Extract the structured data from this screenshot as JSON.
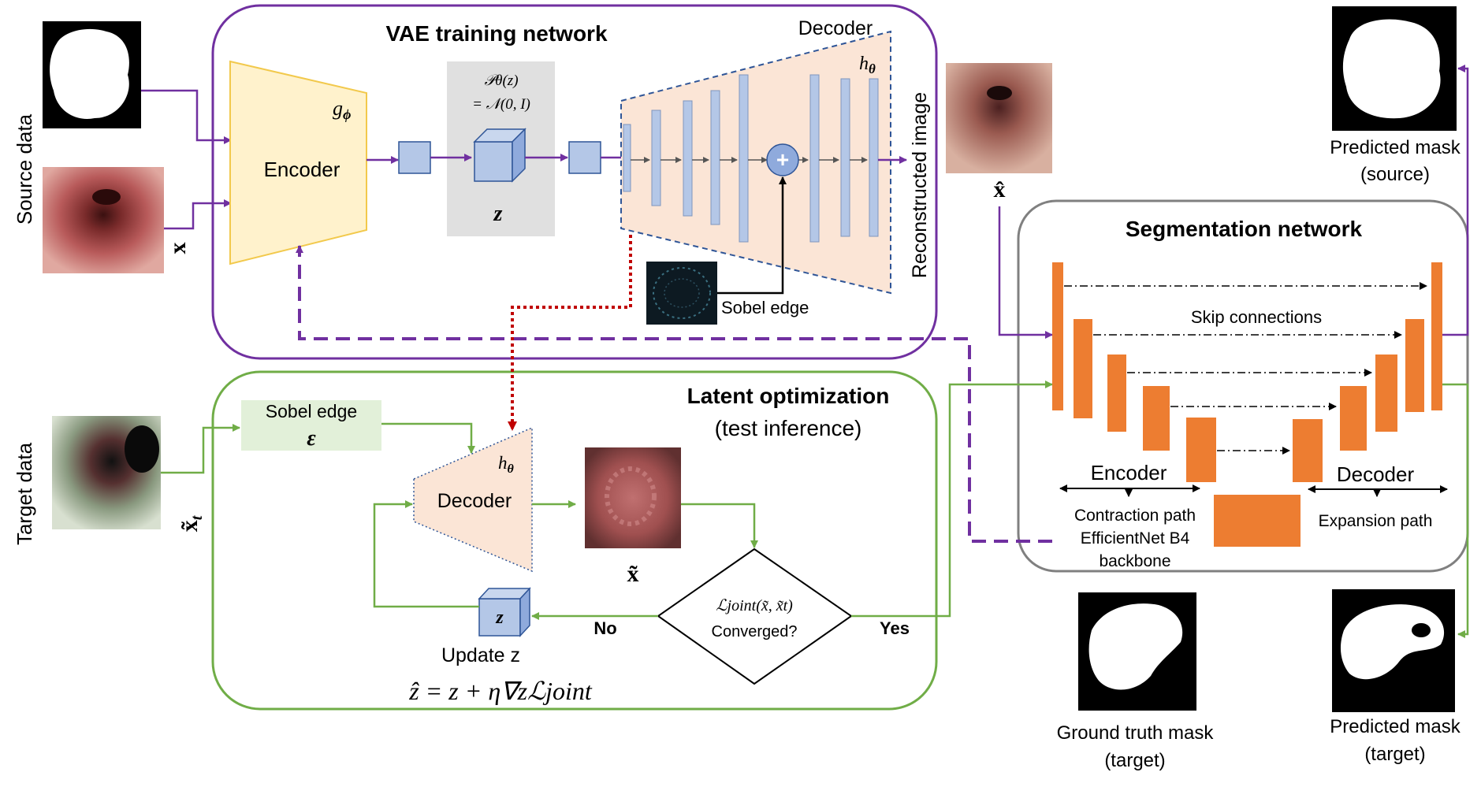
{
  "colors": {
    "purple": "#7030a0",
    "green": "#70ad47",
    "red": "#c00000",
    "navy": "#2f5597",
    "encoder_fill": "#fff2cc",
    "encoder_stroke": "#f2c94c",
    "block_fill": "#b4c7e7",
    "latent_bg": "#e0e0e0",
    "decoder_fill": "#fbe5d6",
    "seg_bar": "#ed7d31",
    "sobel_fill": "#e2f0d9",
    "gray_border": "#808080"
  },
  "source": {
    "label": "Source data",
    "x_label": "x"
  },
  "target": {
    "label": "Target data",
    "xt_label": "x̃",
    "xt_sub": "t"
  },
  "vae": {
    "title": "VAE training network",
    "encoder_label": "Encoder",
    "encoder_fn": "g",
    "encoder_fn_sub": "ϕ",
    "prior_line1": "𝒫θ(z)",
    "prior_line2": "= 𝒩(0, I)",
    "z_label": "z",
    "decoder_label": "Decoder",
    "decoder_fn": "h",
    "decoder_fn_sub": "θ",
    "plus_symbol": "+",
    "sobel_label": "Sobel edge",
    "recon_label": "Reconstructed image",
    "xhat_label": "x̂"
  },
  "latent": {
    "title": "Latent optimization",
    "subtitle": "(test inference)",
    "sobel_label": "Sobel edge",
    "epsilon": "ε",
    "decoder_label": "Decoder",
    "decoder_fn": "h",
    "decoder_fn_sub": "θ",
    "xtilde_label": "x̃",
    "loss_text": "ℒjoint(x̃, x̃t)",
    "converged_text": "Converged?",
    "no_label": "No",
    "yes_label": "Yes",
    "z_label": "z",
    "update_label": "Update z",
    "update_formula": "ẑ = z +  η∇zℒjoint"
  },
  "seg": {
    "title": "Segmentation network",
    "skip_label": "Skip connections",
    "encoder_label": "Encoder",
    "decoder_label": "Decoder",
    "contraction_line1": "Contraction path",
    "contraction_line2": "EfficientNet B4",
    "contraction_line3": "backbone",
    "expansion_label": "Expansion path"
  },
  "masks": {
    "pred_source_line1": "Predicted mask",
    "pred_source_line2": "(source)",
    "gt_target_line1": "Ground truth mask",
    "gt_target_line2": "(target)",
    "pred_target_line1": "Predicted mask",
    "pred_target_line2": "(target)"
  }
}
